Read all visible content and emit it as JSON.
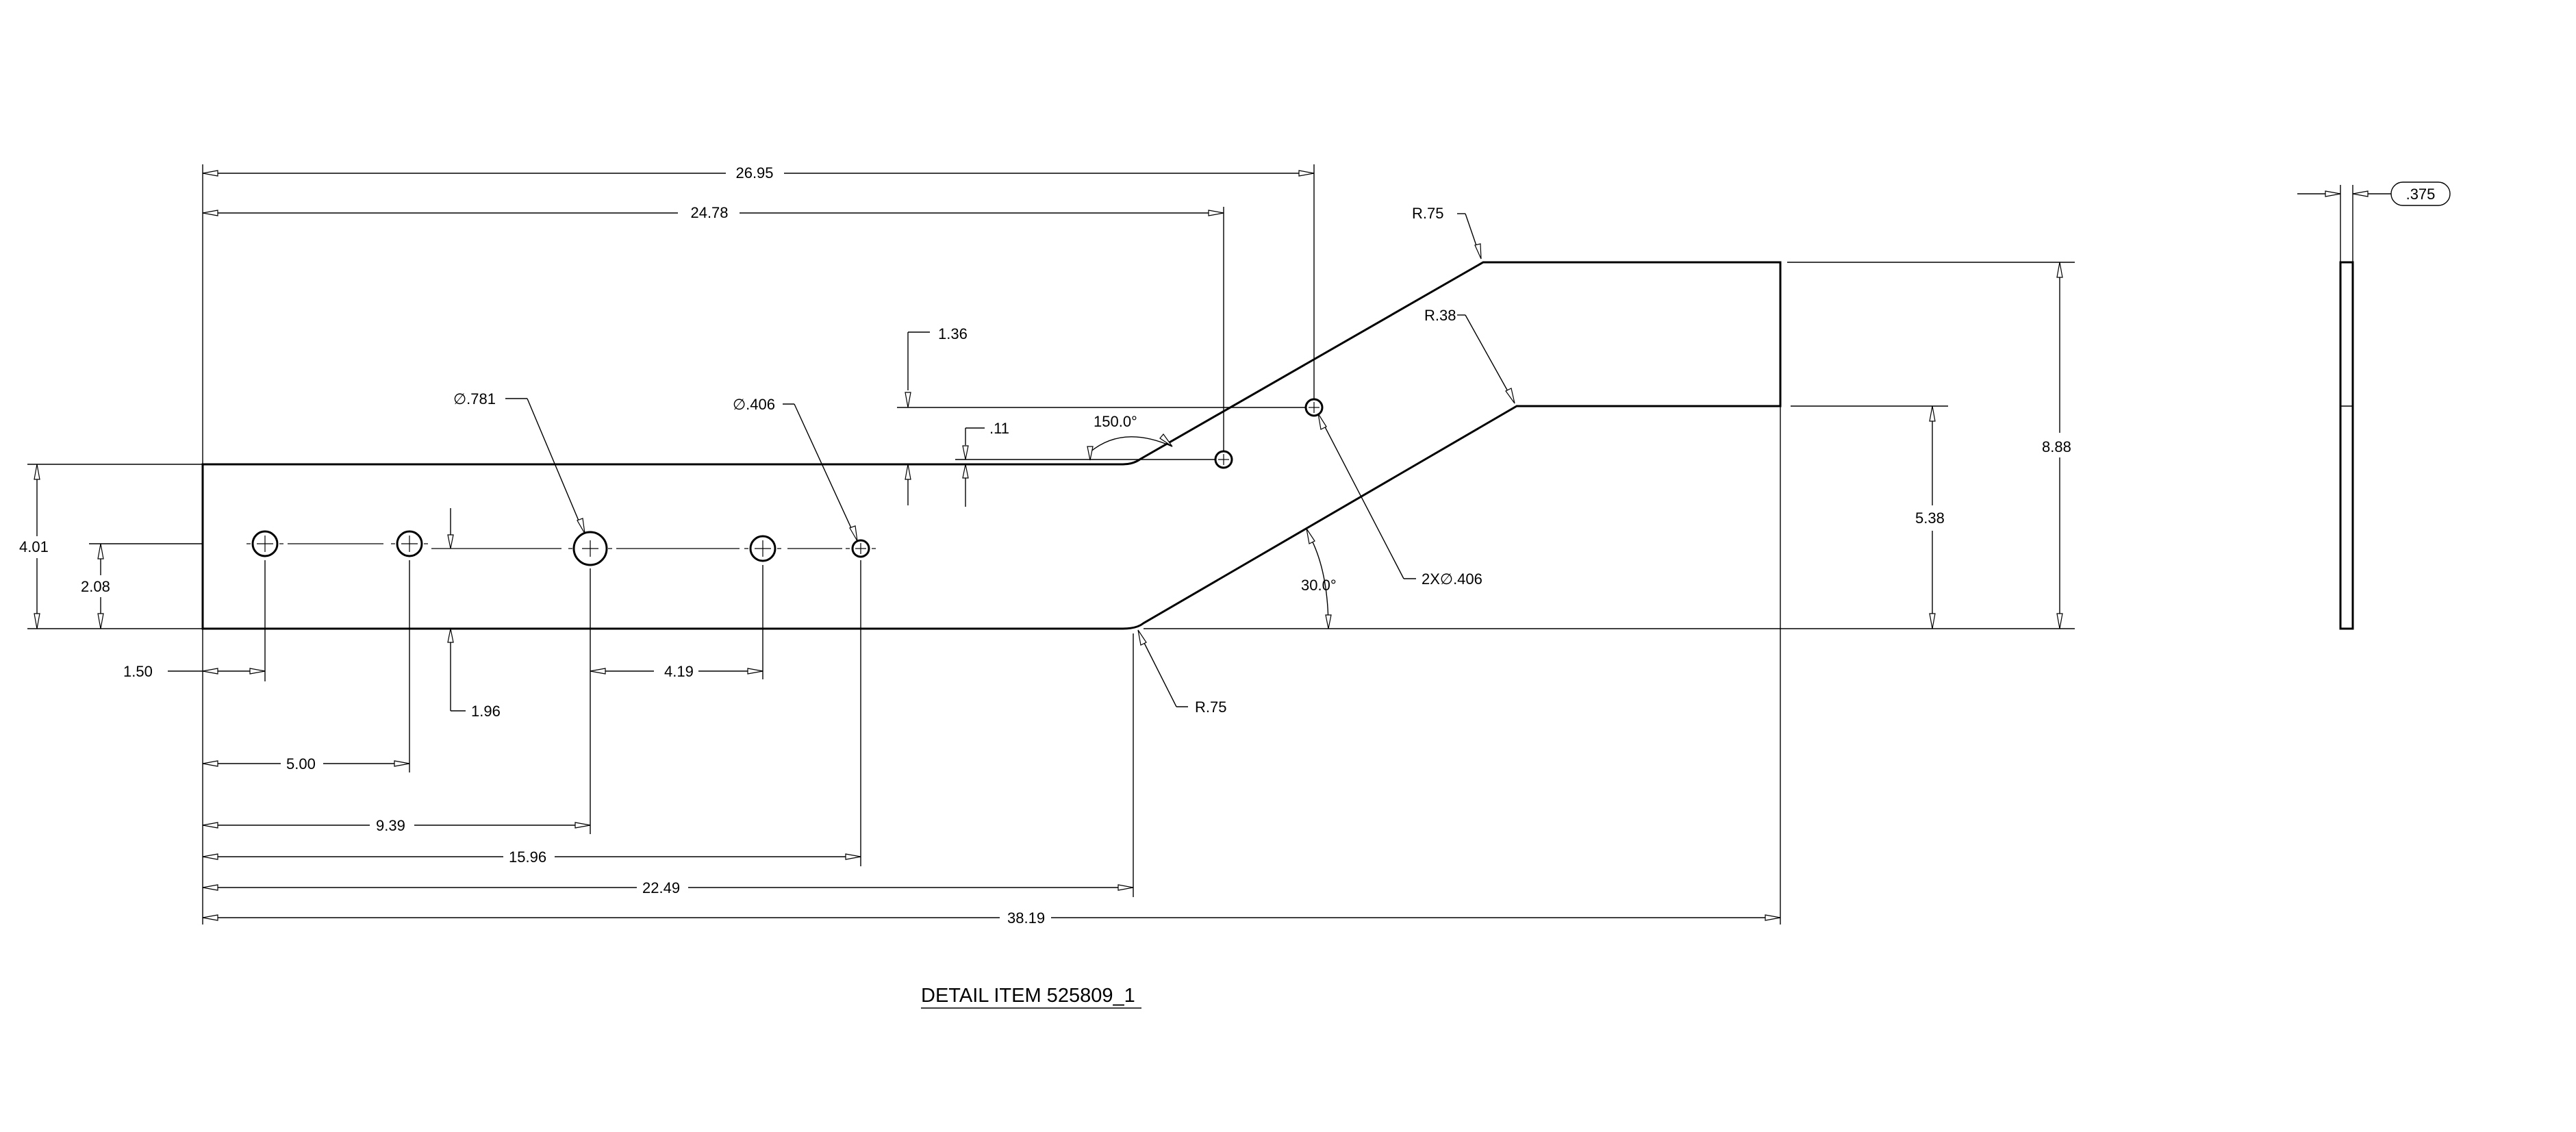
{
  "title": "DETAIL ITEM 525809_1",
  "dimensions": {
    "d_26_95": "26.95",
    "d_24_78": "24.78",
    "d_1_36": "1.36",
    "d_0_11": ".11",
    "d_150deg": "150.0°",
    "d_dia_781": "∅.781",
    "d_dia_406": "∅.406",
    "d_4_01": "4.01",
    "d_2_08": "2.08",
    "d_1_50": "1.50",
    "d_1_96": "1.96",
    "d_4_19": "4.19",
    "d_5_00": "5.00",
    "d_9_39": "9.39",
    "d_15_96": "15.96",
    "d_22_49": "22.49",
    "d_38_19": "38.19",
    "d_r75_top": "R.75",
    "d_r38": "R.38",
    "d_r75_bottom": "R.75",
    "d_2x_dia_406": "2X∅.406",
    "d_30deg": "30.0°",
    "d_5_38": "5.38",
    "d_8_88": "8.88",
    "d_thickness": ".375"
  }
}
